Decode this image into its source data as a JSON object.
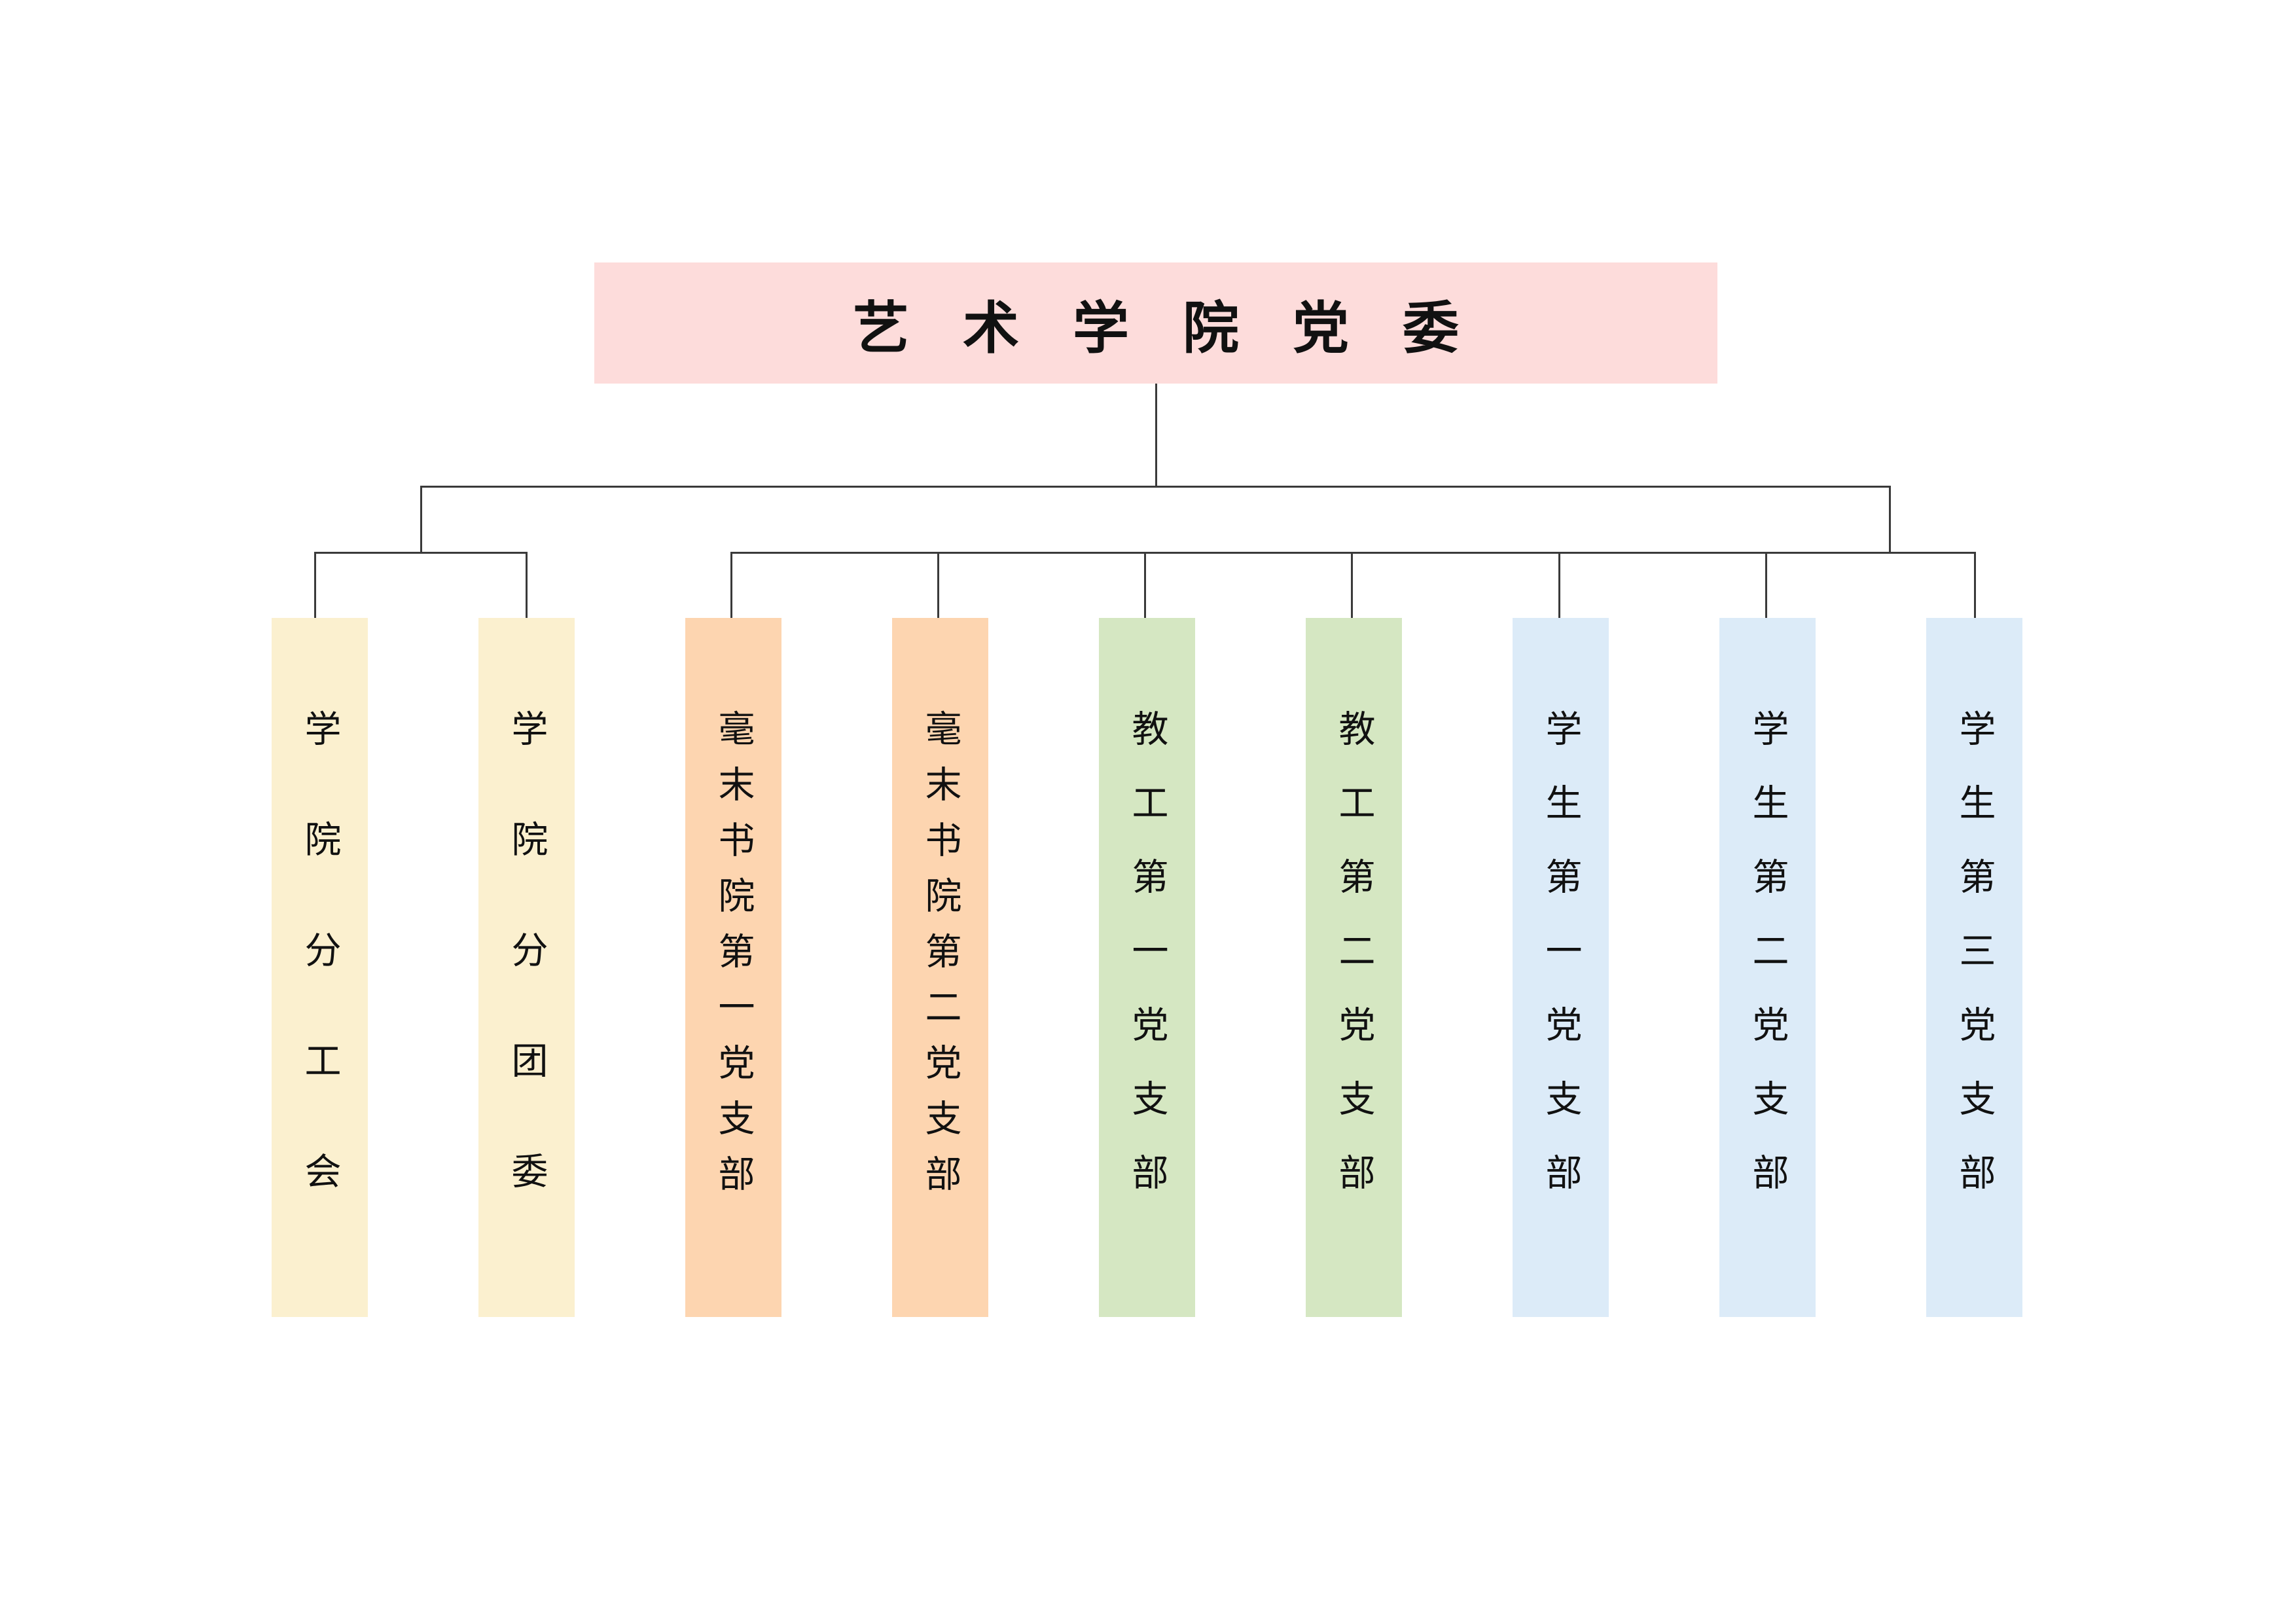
{
  "root": {
    "title": "艺术学院党委",
    "color": "#fddcdb"
  },
  "groups": [
    {
      "color": "#fbf0cf",
      "branches": [
        {
          "label": "学院分工会"
        },
        {
          "label": "学院分团委"
        }
      ]
    },
    {
      "color": "#fdd5b0",
      "branches": [
        {
          "label": "毫末书院第一党支部"
        },
        {
          "label": "毫末书院第二党支部"
        }
      ]
    },
    {
      "color": "#d5e7c2",
      "branches": [
        {
          "label": "教工第一党支部"
        },
        {
          "label": "教工第二党支部"
        }
      ]
    },
    {
      "color": "#dcebf8",
      "branches": [
        {
          "label": "学生第一党支部"
        },
        {
          "label": "学生第二党支部"
        },
        {
          "label": "学生第三党支部"
        }
      ]
    }
  ],
  "connector_color": "#3a3a3a"
}
